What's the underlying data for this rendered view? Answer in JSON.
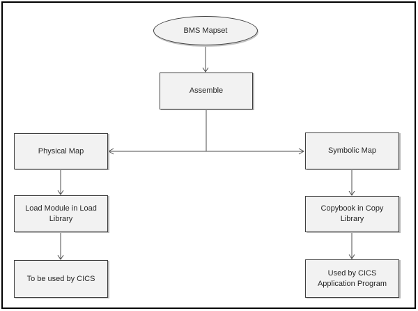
{
  "diagram": {
    "type": "flowchart",
    "nodes": {
      "bms_mapset": {
        "label": "BMS Mapset",
        "shape": "ellipse"
      },
      "assemble": {
        "label": "Assemble",
        "shape": "rect"
      },
      "physical_map": {
        "label": "Physical Map",
        "shape": "rect"
      },
      "symbolic_map": {
        "label": "Symbolic Map",
        "shape": "rect"
      },
      "load_module": {
        "label": "Load Module in Load Library",
        "shape": "rect"
      },
      "copybook": {
        "label": "Copybook in Copy Library",
        "shape": "rect"
      },
      "to_be_used": {
        "label": "To be used by CICS",
        "shape": "rect"
      },
      "used_by": {
        "label": "Used by CICS Application Program",
        "shape": "rect"
      }
    },
    "edges": [
      {
        "from": "bms_mapset",
        "to": "assemble"
      },
      {
        "from": "assemble",
        "to": "physical_map"
      },
      {
        "from": "assemble",
        "to": "symbolic_map"
      },
      {
        "from": "physical_map",
        "to": "load_module"
      },
      {
        "from": "load_module",
        "to": "to_be_used"
      },
      {
        "from": "symbolic_map",
        "to": "copybook"
      },
      {
        "from": "copybook",
        "to": "used_by"
      }
    ],
    "colors": {
      "node_fill": "#f2f2f2",
      "node_border": "#3f3f3f",
      "connector": "#4d4d4d",
      "text": "#262626",
      "frame_border": "#000000",
      "background": "#ffffff"
    }
  }
}
